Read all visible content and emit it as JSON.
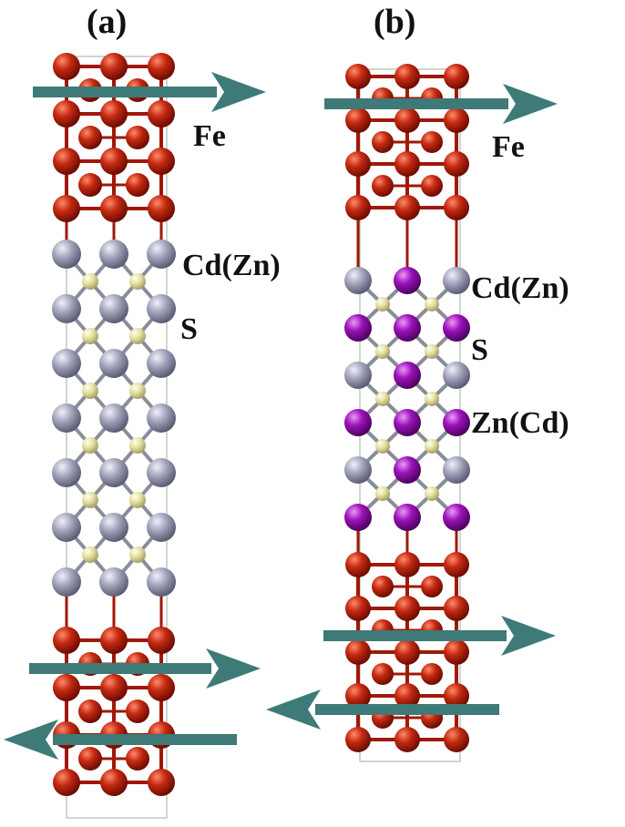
{
  "panels": [
    {
      "id": "a",
      "label": "(a)",
      "labels": {
        "fe": "Fe",
        "cd": "Cd(Zn)",
        "s": "S"
      }
    },
    {
      "id": "b",
      "label": "(b)",
      "labels": {
        "fe": "Fe",
        "cd": "Cd(Zn)",
        "s": "S",
        "zn": "Zn(Cd)"
      }
    }
  ],
  "colors": {
    "fe_atom": "#b82010",
    "fe_bond": "#a01808",
    "cd_atom": "#9698b0",
    "zn_atom": "#9a10b8",
    "s_atom": "#e6e2a4",
    "bond_gray": "#8a8c98",
    "arrow": "#3e7a78",
    "cell_box": "#9ab09a"
  },
  "icons": [
    "fe-atom-icon",
    "cd-atom-icon",
    "zn-atom-icon",
    "s-atom-icon",
    "spin-arrow-icon"
  ]
}
